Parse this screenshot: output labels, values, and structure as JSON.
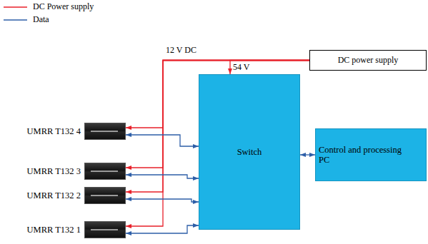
{
  "diagram": {
    "nodes": [
      {
        "text": [
          "DC power supply"
        ]
      },
      {
        "text": [
          "UMRR T132 4"
        ]
      },
      {
        "text": [
          "UMRR T132 3"
        ]
      },
      {
        "text": [
          "UMRR T132 2"
        ]
      },
      {
        "text": [
          "UMRR T132 1"
        ]
      },
      {
        "text": [
          "Switch"
        ]
      },
      {
        "text": [
          "Control and processing PC"
        ]
      }
    ],
    "edges": [
      {
        "from": 0,
        "to": 1,
        "arrow": "to"
      },
      {
        "from": 0,
        "to": 2,
        "arrow": "to"
      },
      {
        "from": 0,
        "to": 3,
        "arrow": "to"
      },
      {
        "from": 0,
        "to": 4,
        "arrow": "to"
      },
      {
        "from": 0,
        "to": 5,
        "arrow": "to"
      },
      {
        "from": 1,
        "to": 5,
        "arrow": "both"
      },
      {
        "from": 2,
        "to": 5,
        "arrow": "both"
      },
      {
        "from": 3,
        "to": 5,
        "arrow": "both"
      },
      {
        "from": 4,
        "to": 5,
        "arrow": "both"
      },
      {
        "from": 5,
        "to": 6,
        "arrow": "both"
      }
    ],
    "labels": [
      "12 V DC",
      "54 V"
    ],
    "legend": [
      {
        "text": "DC Power supply"
      },
      {
        "text": "Data"
      }
    ]
  }
}
